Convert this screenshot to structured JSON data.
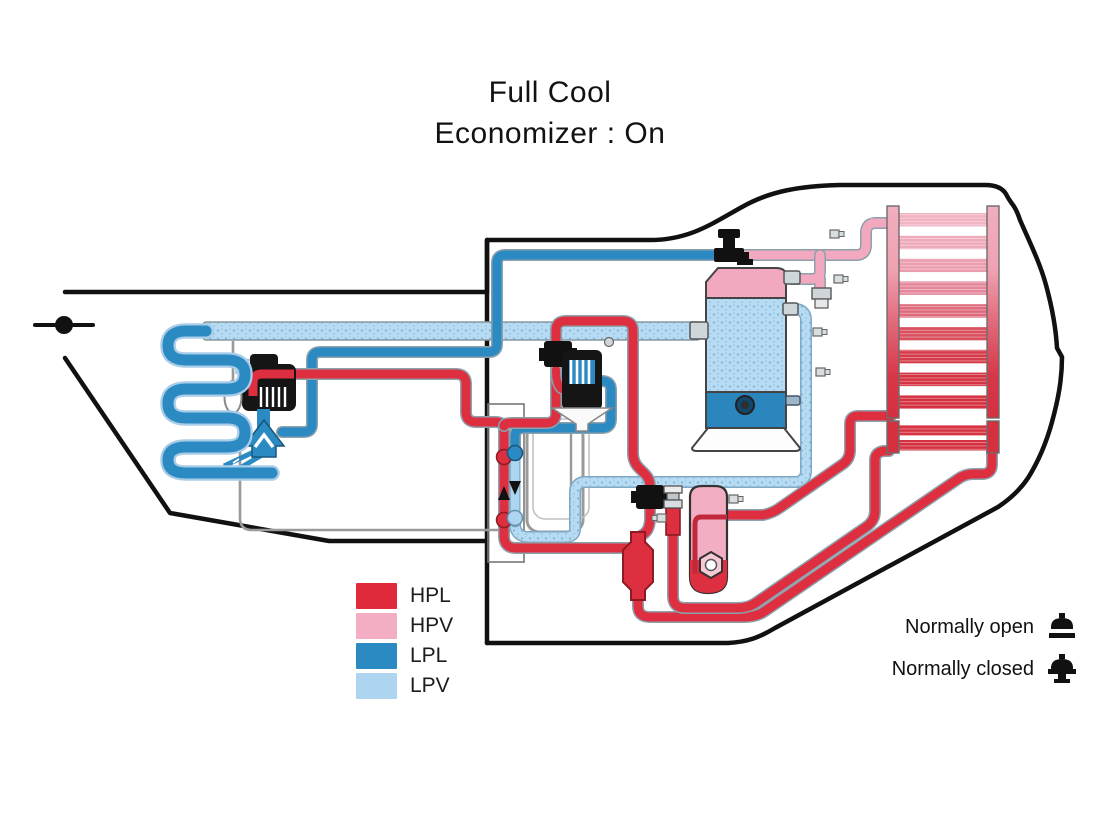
{
  "title": {
    "line1": "Full Cool",
    "line2": "Economizer : On"
  },
  "legend": {
    "items": [
      {
        "label": "HPL",
        "color": "#e02a3c"
      },
      {
        "label": "HPV",
        "color": "#f4aec4"
      },
      {
        "label": "LPL",
        "color": "#2b8ac2"
      },
      {
        "label": "LPV",
        "color": "#aed5f0"
      }
    ]
  },
  "annotations": {
    "normally_open": "Normally open",
    "normally_closed": "Normally closed"
  },
  "diagram": {
    "line_colors": {
      "high_pressure_liquid": "#dd2f3f",
      "high_pressure_vapor": "#f2a9c0",
      "low_pressure_liquid": "#2b8ac2",
      "low_pressure_vapor": "#b7dbf2"
    }
  }
}
